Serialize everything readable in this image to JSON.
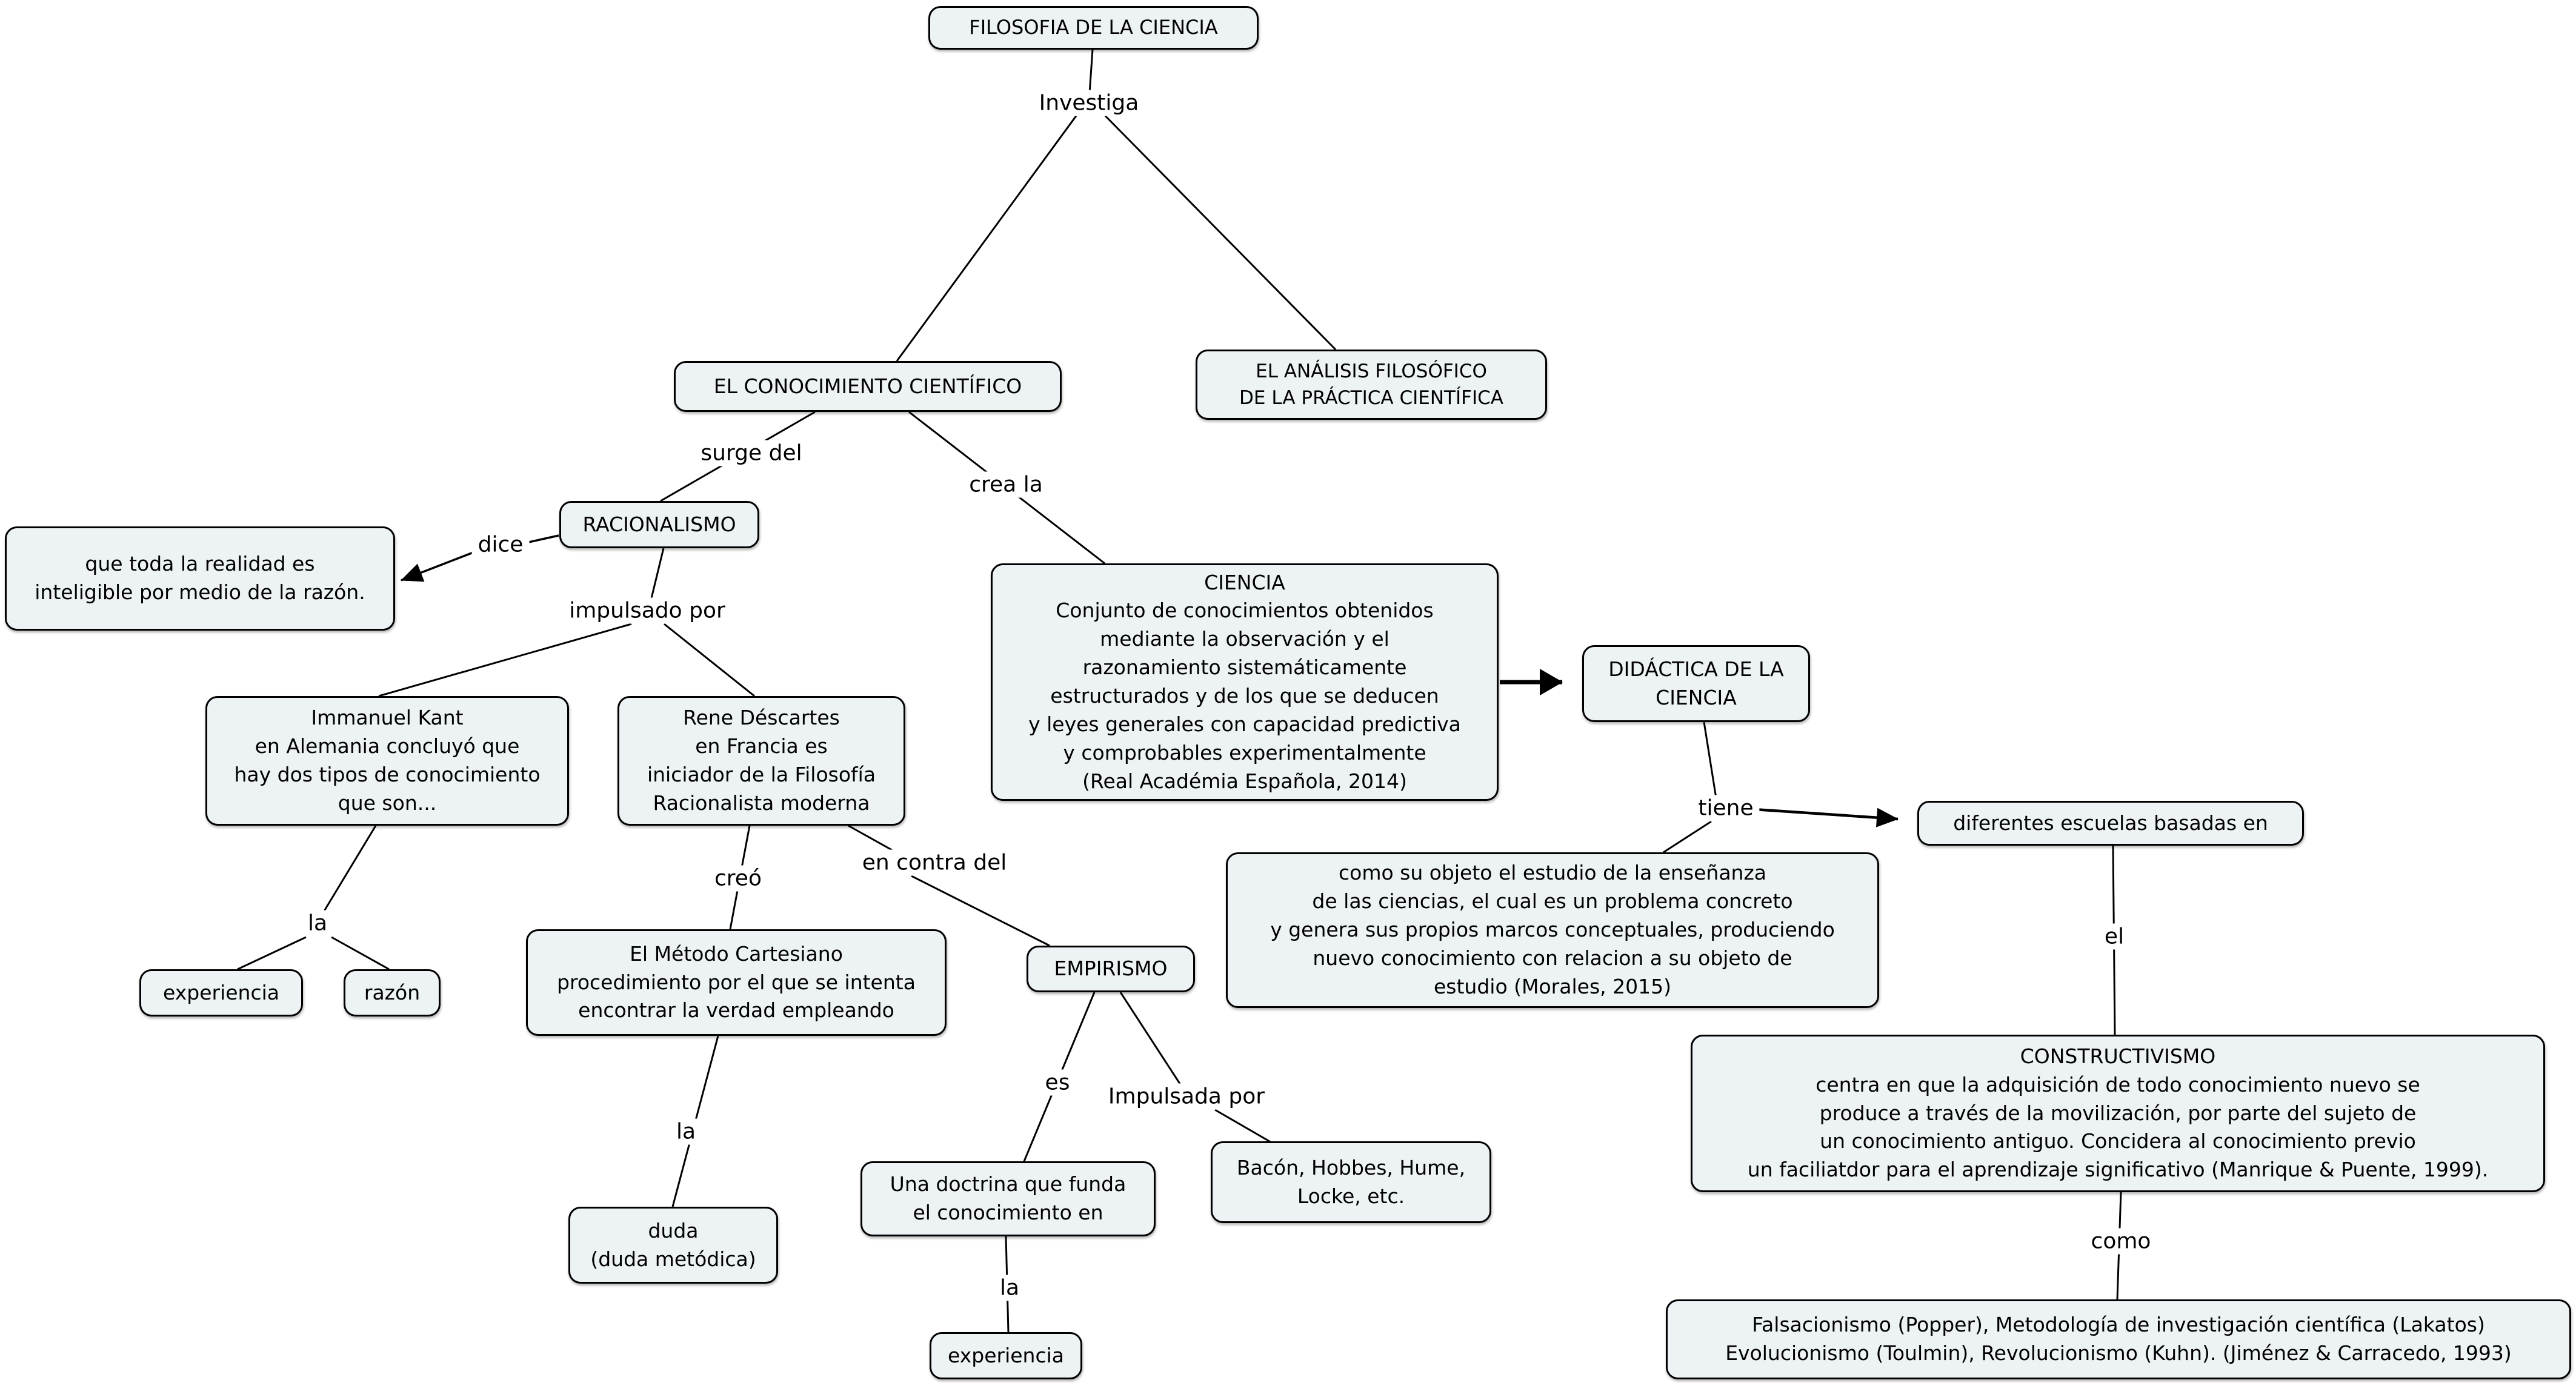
{
  "title": "FILOSOFIA DE LA CIENCIA",
  "styles": {
    "canvas_bg": "#ffffff",
    "node_fill": "#edf2f5",
    "node_border": "#000000",
    "line_color": "#000000"
  },
  "nodes": {
    "filosofia": {
      "lines": [
        "FILOSOFIA DE LA CIENCIA"
      ]
    },
    "conocimiento": {
      "lines": [
        "EL CONOCIMIENTO CIENTÍFICO"
      ]
    },
    "analisis": {
      "lines": [
        "EL ANÁLISIS FILOSÓFICO",
        "DE LA PRÁCTICA CIENTÍFICA"
      ]
    },
    "racionalismo": {
      "lines": [
        "RACIONALISMO"
      ]
    },
    "que_toda": {
      "lines": [
        "que toda la realidad es",
        "inteligible por medio de la razón."
      ]
    },
    "kant": {
      "lines": [
        "Immanuel Kant",
        "en Alemania concluyó que",
        "hay dos tipos de conocimiento",
        "que son..."
      ]
    },
    "descartes": {
      "lines": [
        "Rene Déscartes",
        "en Francia es",
        "iniciador de la Filosofía",
        "Racionalista moderna"
      ]
    },
    "experiencia_1": {
      "lines": [
        "experiencia"
      ]
    },
    "razon": {
      "lines": [
        "razón"
      ]
    },
    "metodo": {
      "lines": [
        "El Método Cartesiano",
        "procedimiento por el que se intenta",
        "encontrar la verdad empleando"
      ]
    },
    "empirismo": {
      "lines": [
        "EMPIRISMO"
      ]
    },
    "ciencia": {
      "lines": [
        "CIENCIA",
        "Conjunto de conocimientos obtenidos",
        "mediante la observación y el",
        "razonamiento sistemáticamente",
        "estructurados y de los que se deducen",
        "y leyes generales con capacidad predictiva",
        "y comprobables experimentalmente",
        "(Real Académia Española, 2014)"
      ]
    },
    "didactica": {
      "lines": [
        "DIDÁCTICA DE LA",
        "CIENCIA"
      ]
    },
    "como_su_objeto": {
      "lines": [
        "como su objeto el estudio de la enseñanza",
        "de las ciencias, el cual es un problema concreto",
        "y genera sus propios marcos conceptuales, produciendo",
        "nuevo conocimiento con relacion a su objeto de",
        "estudio (Morales, 2015)"
      ]
    },
    "diferentes": {
      "lines": [
        "diferentes escuelas basadas en"
      ]
    },
    "constructivismo": {
      "lines": [
        "CONSTRUCTIVISMO",
        "centra en que la adquisición de todo conocimiento nuevo se",
        "produce a través de la movilización, por parte del sujeto de",
        "un conocimiento antiguo. Concidera al conocimiento previo",
        "un faciliatdor para el aprendizaje significativo (Manrique & Puente, 1999)."
      ]
    },
    "falsacionismo": {
      "lines": [
        "Falsacionismo (Popper), Metodología de investigación científica (Lakatos)",
        "Evolucionismo (Toulmin), Revolucionismo (Kuhn). (Jiménez & Carracedo, 1993)"
      ]
    },
    "duda": {
      "lines": [
        "duda",
        "(duda metódica)"
      ]
    },
    "doctrina": {
      "lines": [
        "Una doctrina que funda",
        "el conocimiento en"
      ]
    },
    "experiencia_2": {
      "lines": [
        "experiencia"
      ]
    },
    "bacon": {
      "lines": [
        "Bacón, Hobbes, Hume,",
        "Locke, etc."
      ]
    }
  },
  "edge_labels": {
    "investiga": "Investiga",
    "surge_del": "surge del",
    "crea_la": "crea la",
    "dice": "dice",
    "impulsado_por": "impulsado por",
    "la_kant": "la",
    "creo": "creó",
    "en_contra_del": "en contra del",
    "la_metodo": "la",
    "es": "es",
    "impulsada_por": "Impulsada por",
    "la_doctrina": "la",
    "tiene": "tiene",
    "el": "el",
    "como": "como"
  }
}
